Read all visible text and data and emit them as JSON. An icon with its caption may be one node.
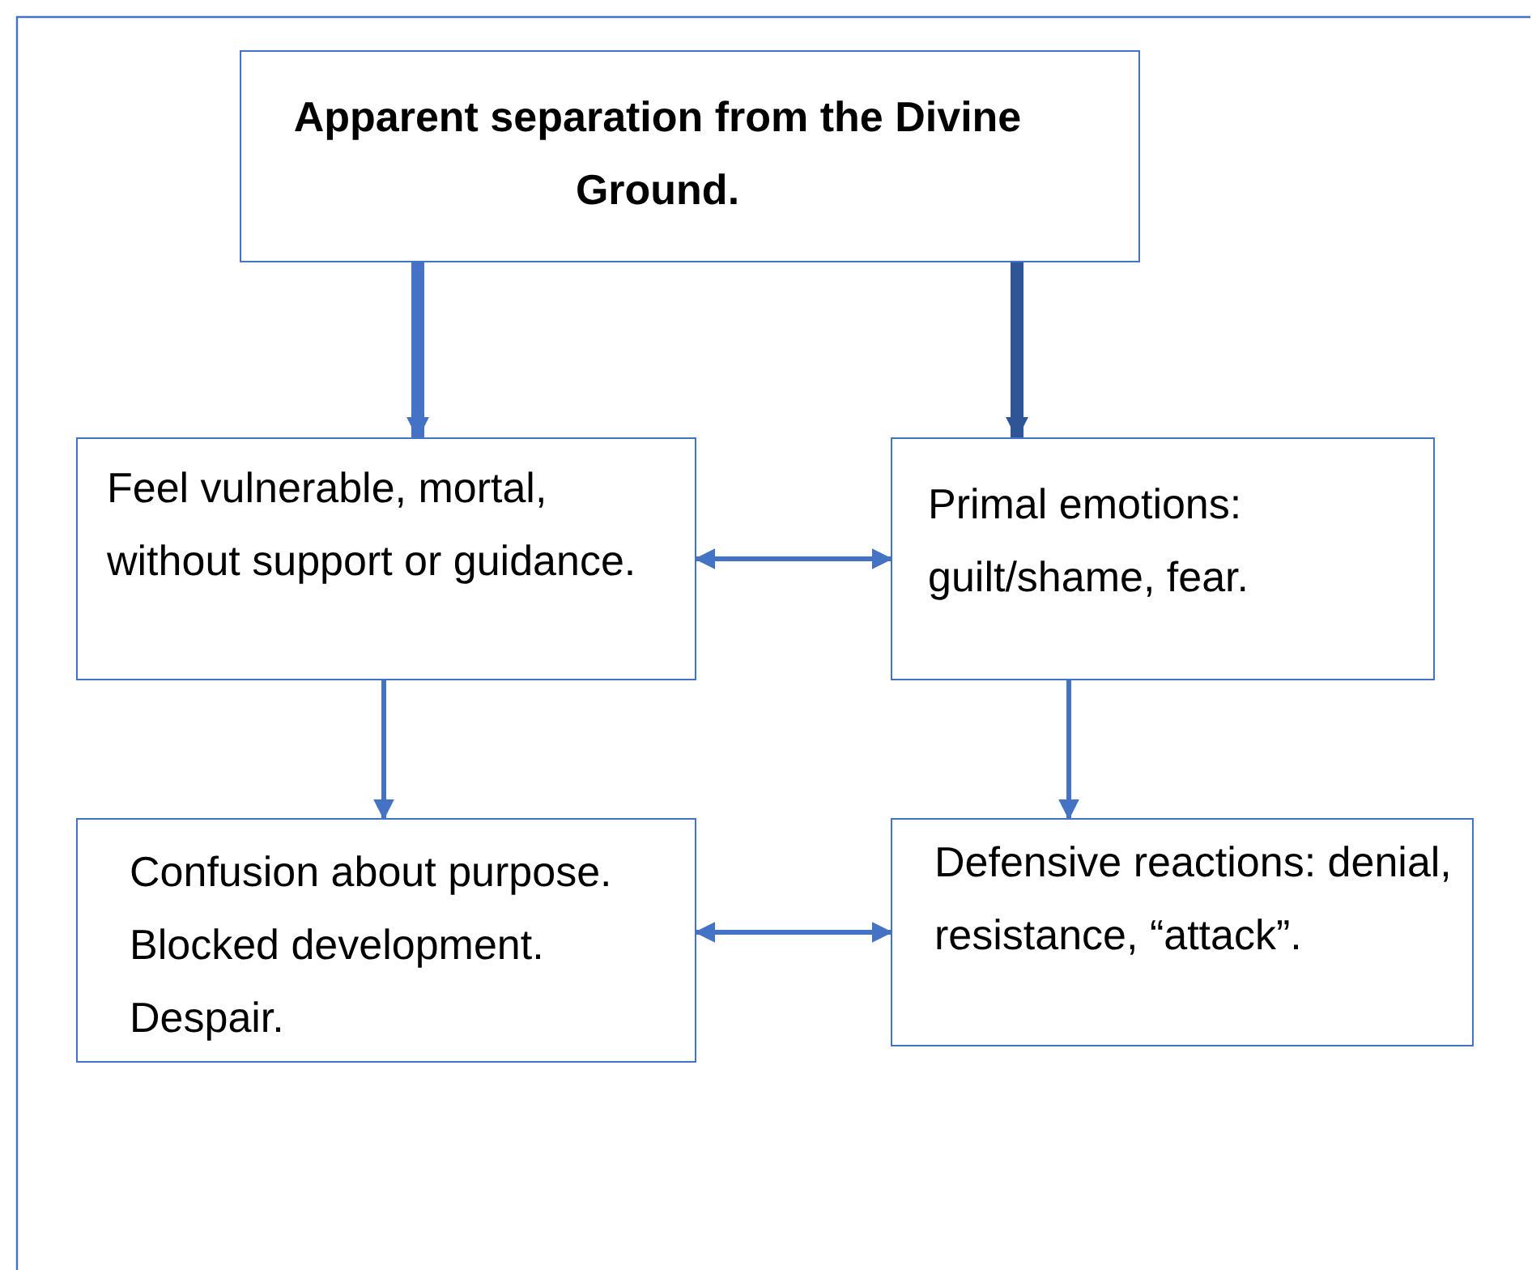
{
  "diagram": {
    "nodes": [
      {
        "text": [
          "**Apparent separation from the Divine Ground**."
        ]
      },
      {
        "text": [
          "Feel vulnerable, mortal, without support or guidance."
        ]
      },
      {
        "text": [
          "Primal emotions: guilt/shame, fear."
        ]
      },
      {
        "text": [
          "Confusion about purpose. Blocked development. Despair."
        ]
      },
      {
        "text": [
          "Defensive reactions: denial, resistance, “attack”."
        ]
      }
    ],
    "edges": [
      {
        "from": 0,
        "to": 1,
        "arrow": "to",
        "style": "thick"
      },
      {
        "from": 0,
        "to": 2,
        "arrow": "to",
        "style": "thick",
        "color": "#2f5597"
      },
      {
        "from": 1,
        "to": 2,
        "arrow": "both"
      },
      {
        "from": 1,
        "to": 3,
        "arrow": "to"
      },
      {
        "from": 2,
        "to": 4,
        "arrow": "to"
      },
      {
        "from": 3,
        "to": 4,
        "arrow": "both"
      }
    ]
  }
}
